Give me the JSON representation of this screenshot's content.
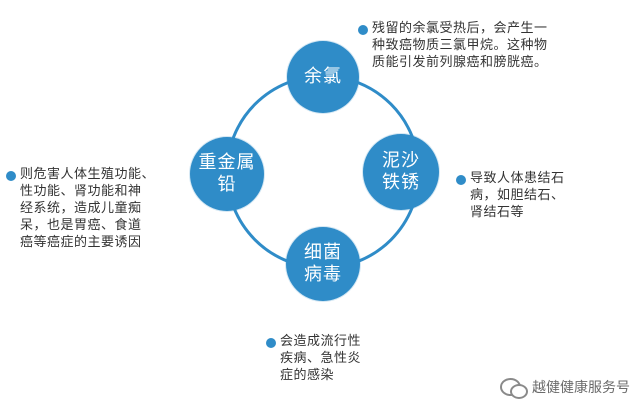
{
  "colors": {
    "node_fill": "#2f8cc8",
    "ring_stroke": "#2f8cc8",
    "text": "#333333"
  },
  "nodes": {
    "top": "余氯",
    "right": "泥沙\n铁锈",
    "left": "重金属\n铅",
    "bottom": "细菌\n病毒"
  },
  "descriptions": {
    "top": "残留的余氯受热后，会产生一\n种致癌物质三氯甲烷。这种物\n质能引发前列腺癌和膀胱癌。",
    "right": "导致人体患结石\n病，如胆结石、\n肾结石等",
    "left": "则危害人体生殖功能、\n性功能、肾功能和神\n经系统，造成儿童痴\n呆，也是胃癌、食道\n癌等癌症的主要诱因",
    "bottom": "会造成流行性\n疾病、急性炎\n症的感染"
  },
  "watermark": {
    "icon": "wechat-icon",
    "text": "越健健康服务号"
  }
}
